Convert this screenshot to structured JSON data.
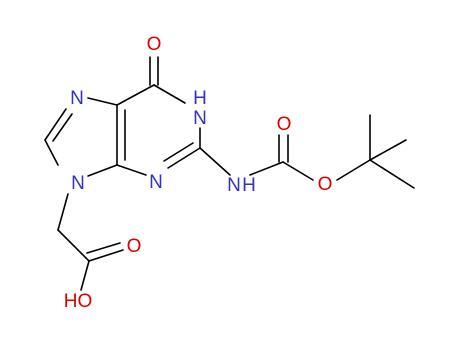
{
  "colors": {
    "bond": "#000000",
    "nitrogen": "#3333bb",
    "oxygen": "#dd0000",
    "background": "#ffffff"
  },
  "atoms": {
    "o_c6": "O",
    "n1h": "N",
    "h_n1": "H",
    "n7": "N",
    "n9": "N",
    "n3": "N",
    "nh_amide": "N",
    "h_amide": "H",
    "o_carbonyl": "O",
    "o_ester": "O",
    "o_acid": "O",
    "oh_acid": "HO"
  }
}
